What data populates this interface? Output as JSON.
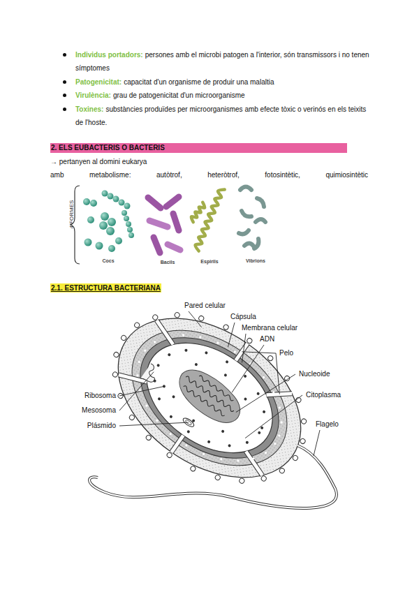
{
  "diagram": {
    "nodes": [
      {
        "text": [
          "2. ELS EUBACTERIS O BACTERIS"
        ]
      },
      {
        "text": [
          "2.1. ESTRUCTURA BACTERIANA"
        ]
      }
    ],
    "labels": [
      "Individus portadors:",
      "persones amb el microbi patogen a l'interior, són transmissors i no tenen símptomes",
      "Patogenicitat:",
      "capacitat d'un organisme de produir una malaltia",
      "Virulència:",
      "grau de patogenicitat d'un microorganisme",
      "Toxines:",
      "substàncies produïdes per microorganismes amb efecte tòxic o verinós en els teixits de l'hoste.",
      "→ pertanyen al domini eukarya",
      "amb metabolisme: autòtrof, heteròtrof, fotosintètic, quimiosintètic",
      "4 FORMES",
      "Cocs",
      "Bacils",
      "Espirils",
      "Vibrions",
      "Pared celular",
      "Cápsula",
      "Membrana celular",
      "ADN",
      "Pelo",
      "Nucleoide",
      "Citoplasma",
      "Flagelo",
      "Ribosoma",
      "Mesosoma",
      "Plásmido"
    ]
  }
}
